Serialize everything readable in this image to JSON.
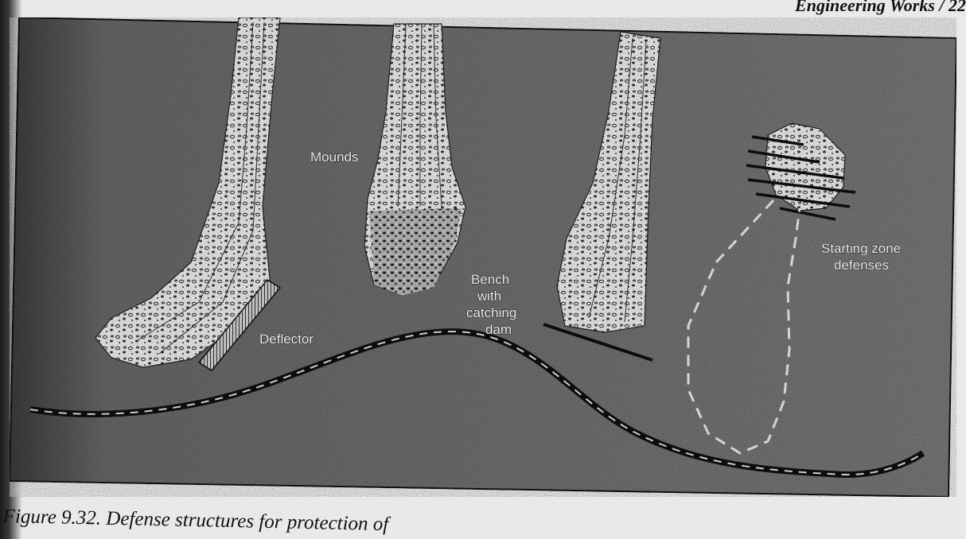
{
  "page_header": "Engineering Works / 22",
  "labels": {
    "mounds": "Mounds",
    "bench": [
      "Bench",
      "with",
      "catching",
      "dam"
    ],
    "deflector": "Deflector",
    "starting": [
      "Starting zone",
      "defenses"
    ]
  },
  "caption": "Figure 9.32. Defense structures for protection of",
  "colors": {
    "background": "#6f6f6f",
    "snow": "#f2f2f2",
    "ink": "#111111"
  }
}
